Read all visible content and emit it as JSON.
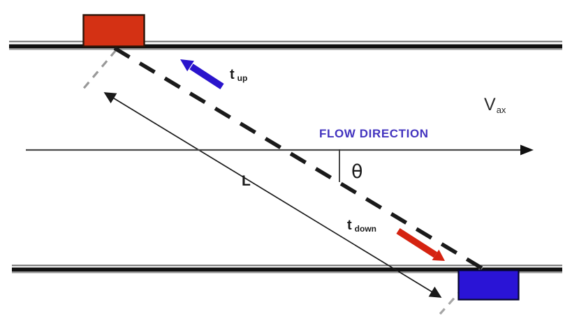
{
  "labels": {
    "flow_direction": "FLOW DIRECTION",
    "axial_velocity": {
      "main": "V",
      "sub": "ax"
    },
    "transit_time_upstream": {
      "main": "t",
      "sub": "up"
    },
    "transit_time_downstream": {
      "main": "t",
      "sub": "down"
    },
    "path_length": "L",
    "beam_angle": "θ"
  },
  "colors": {
    "upstream_transducer_fill": "#d43114",
    "downstream_transducer_fill": "#2a14d6",
    "upstream_arrow": "#2a14cc",
    "downstream_arrow": "#d52311",
    "flow_direction_text": "#4334bf",
    "pipe_wall": "#111111",
    "beam_path_dash": "#1a1a1a",
    "extension_line": "#999999"
  }
}
